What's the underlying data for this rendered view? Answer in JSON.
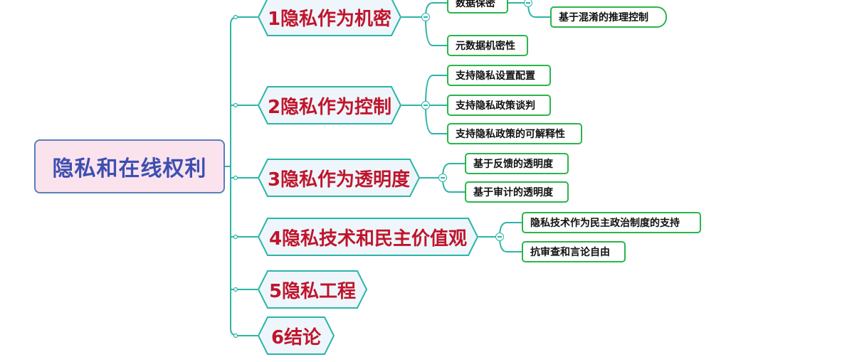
{
  "root": {
    "label": "隐私和在线权利"
  },
  "branches": [
    {
      "label": "1隐私作为机密"
    },
    {
      "label": "2隐私作为控制"
    },
    {
      "label": "3隐私作为透明度"
    },
    {
      "label": "4隐私技术和民主价值观"
    },
    {
      "label": "5隐私工程"
    },
    {
      "label": "6结论"
    }
  ],
  "leaves": {
    "b1": [
      "数据保密",
      "元数据机密性"
    ],
    "b1_sub": [
      "基于混淆的推理控制"
    ],
    "b2": [
      "支持隐私设置配置",
      "支持隐私政策谈判",
      "支持隐私政策的可解释性"
    ],
    "b3": [
      "基于反馈的透明度",
      "基于审计的透明度"
    ],
    "b4": [
      "隐私技术作为民主政治制度的支持",
      "抗审查和言论自由"
    ]
  },
  "colors": {
    "root_fill": "#fbe3ee",
    "root_border": "#5a7fb8",
    "root_text": "#3d4fb0",
    "branch_fill": "#eef6fb",
    "branch_border": "#2bb5a6",
    "branch_text": "#c0142b",
    "connector": "#2bb5a6",
    "leaf_border": "#2bb54a"
  }
}
